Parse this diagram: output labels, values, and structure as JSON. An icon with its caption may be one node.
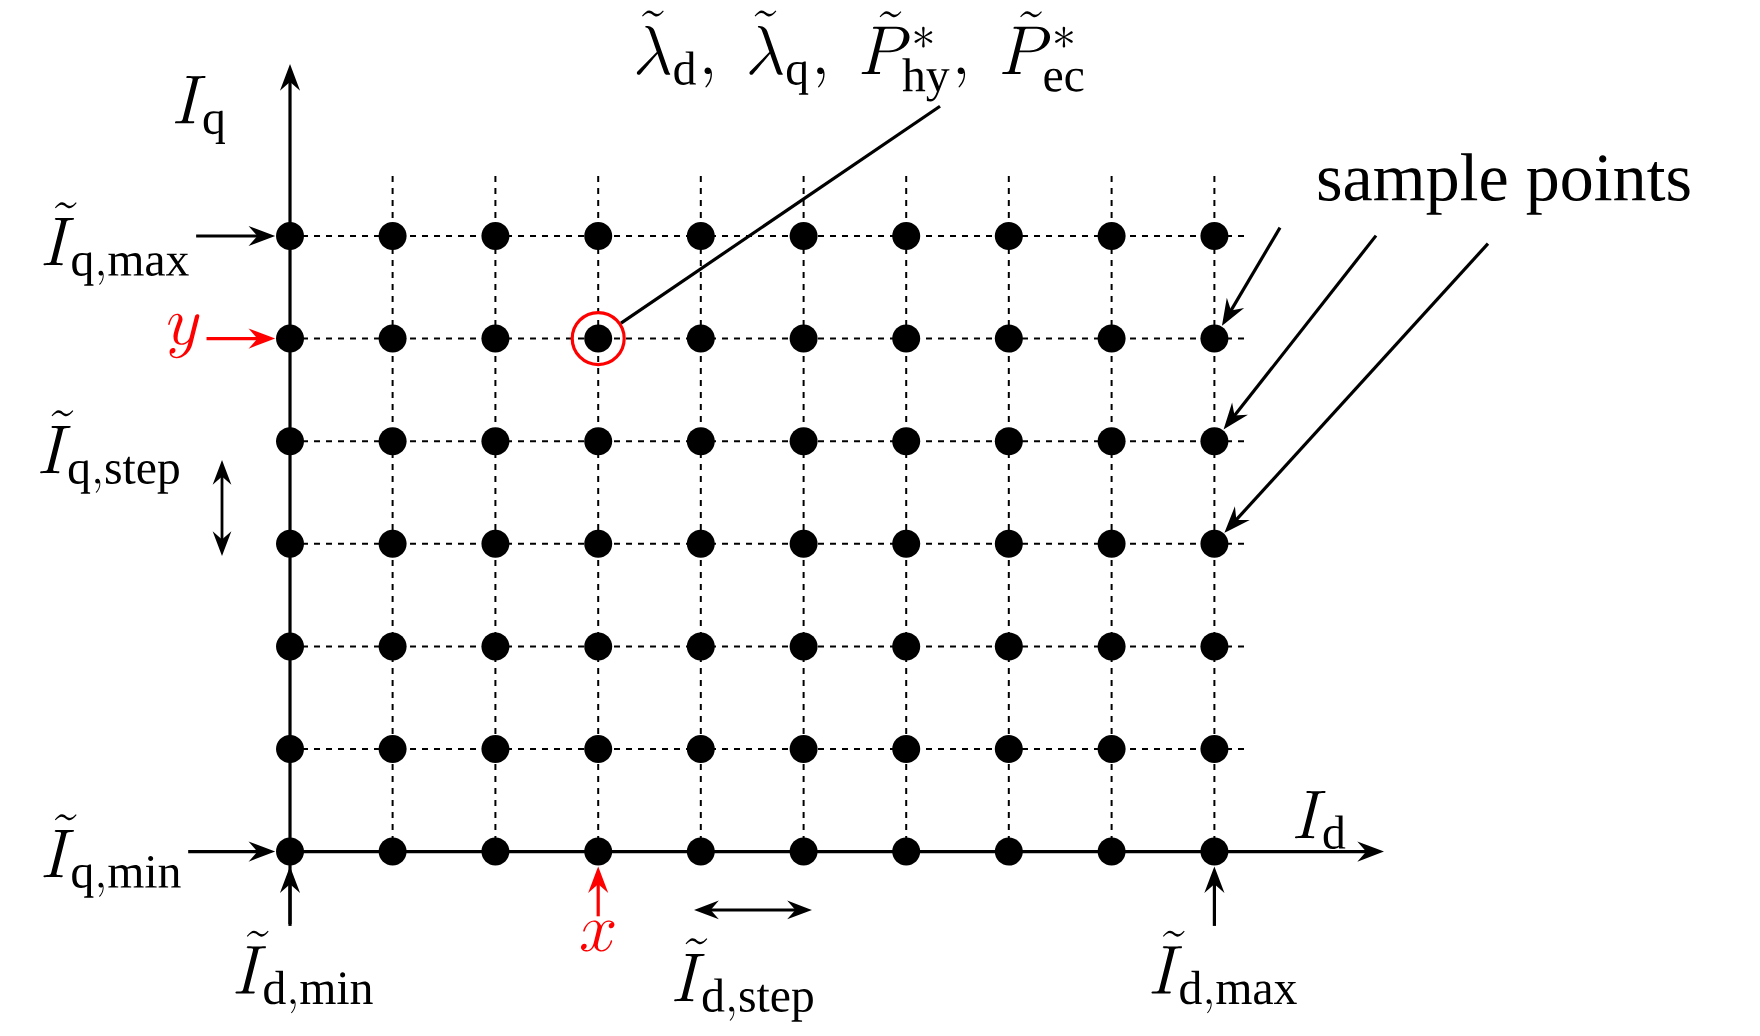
{
  "diagram": {
    "nodes": [
      {
        "text": [
          "\\tilde{\\lambda}_{\\mathrm{d}},\\ \\tilde{\\lambda}_{\\mathrm{q}},\\ \\tilde{P}^{*}_{\\mathrm{hy}},\\ \\tilde{P}^{*}_{\\mathrm{ec}}"
        ]
      },
      {
        "text": [
          "\\tilde{I}_{\\mathrm{q,max}}"
        ]
      },
      {
        "text": [
          "sample points"
        ]
      },
      {
        "text": [],
        "shape": "circle"
      },
      {
        "text": [
          "y"
        ]
      },
      {
        "text": [],
        "shape": "circle"
      },
      {
        "text": [],
        "shape": "circle"
      },
      {
        "text": [],
        "shape": "circle"
      },
      {
        "text": [],
        "shape": "circle"
      },
      {
        "text": [],
        "shape": "circle"
      },
      {
        "text": [
          "\\tilde{I}_{\\mathrm{q,min}}"
        ]
      },
      {
        "text": [],
        "shape": "circle"
      },
      {
        "text": [],
        "shape": "circle"
      },
      {
        "text": [],
        "shape": "circle"
      },
      {
        "text": [
          "x"
        ]
      },
      {
        "text": [
          "\\tilde{I}_{\\mathrm{d,min}}"
        ]
      },
      {
        "text": [
          "\\tilde{I}_{\\mathrm{d,max}}"
        ]
      }
    ],
    "edges": [
      {
        "from": 0,
        "to": 6,
        "arrow": "none"
      },
      {
        "from": 1,
        "to": 3,
        "arrow": "to"
      },
      {
        "from": 4,
        "to": 5,
        "arrow": "to",
        "color": "#ff0000"
      },
      {
        "from": 2,
        "to": 7,
        "arrow": "to"
      },
      {
        "from": 2,
        "to": 8,
        "arrow": "to"
      },
      {
        "from": 2,
        "to": 9,
        "arrow": "to"
      },
      {
        "from": 10,
        "to": 11,
        "arrow": "to"
      },
      {
        "from": 15,
        "to": 11,
        "arrow": "to"
      },
      {
        "from": 14,
        "to": 12,
        "arrow": "to",
        "color": "#ff0000"
      },
      {
        "from": 16,
        "to": 13,
        "arrow": "to"
      }
    ],
    "labels": [
      "I_{\\mathrm{q}}",
      "\\tilde{I}_{\\mathrm{q,step}}",
      "I_{\\mathrm{d}}",
      "\\tilde{I}_{\\mathrm{d,step}}"
    ]
  }
}
